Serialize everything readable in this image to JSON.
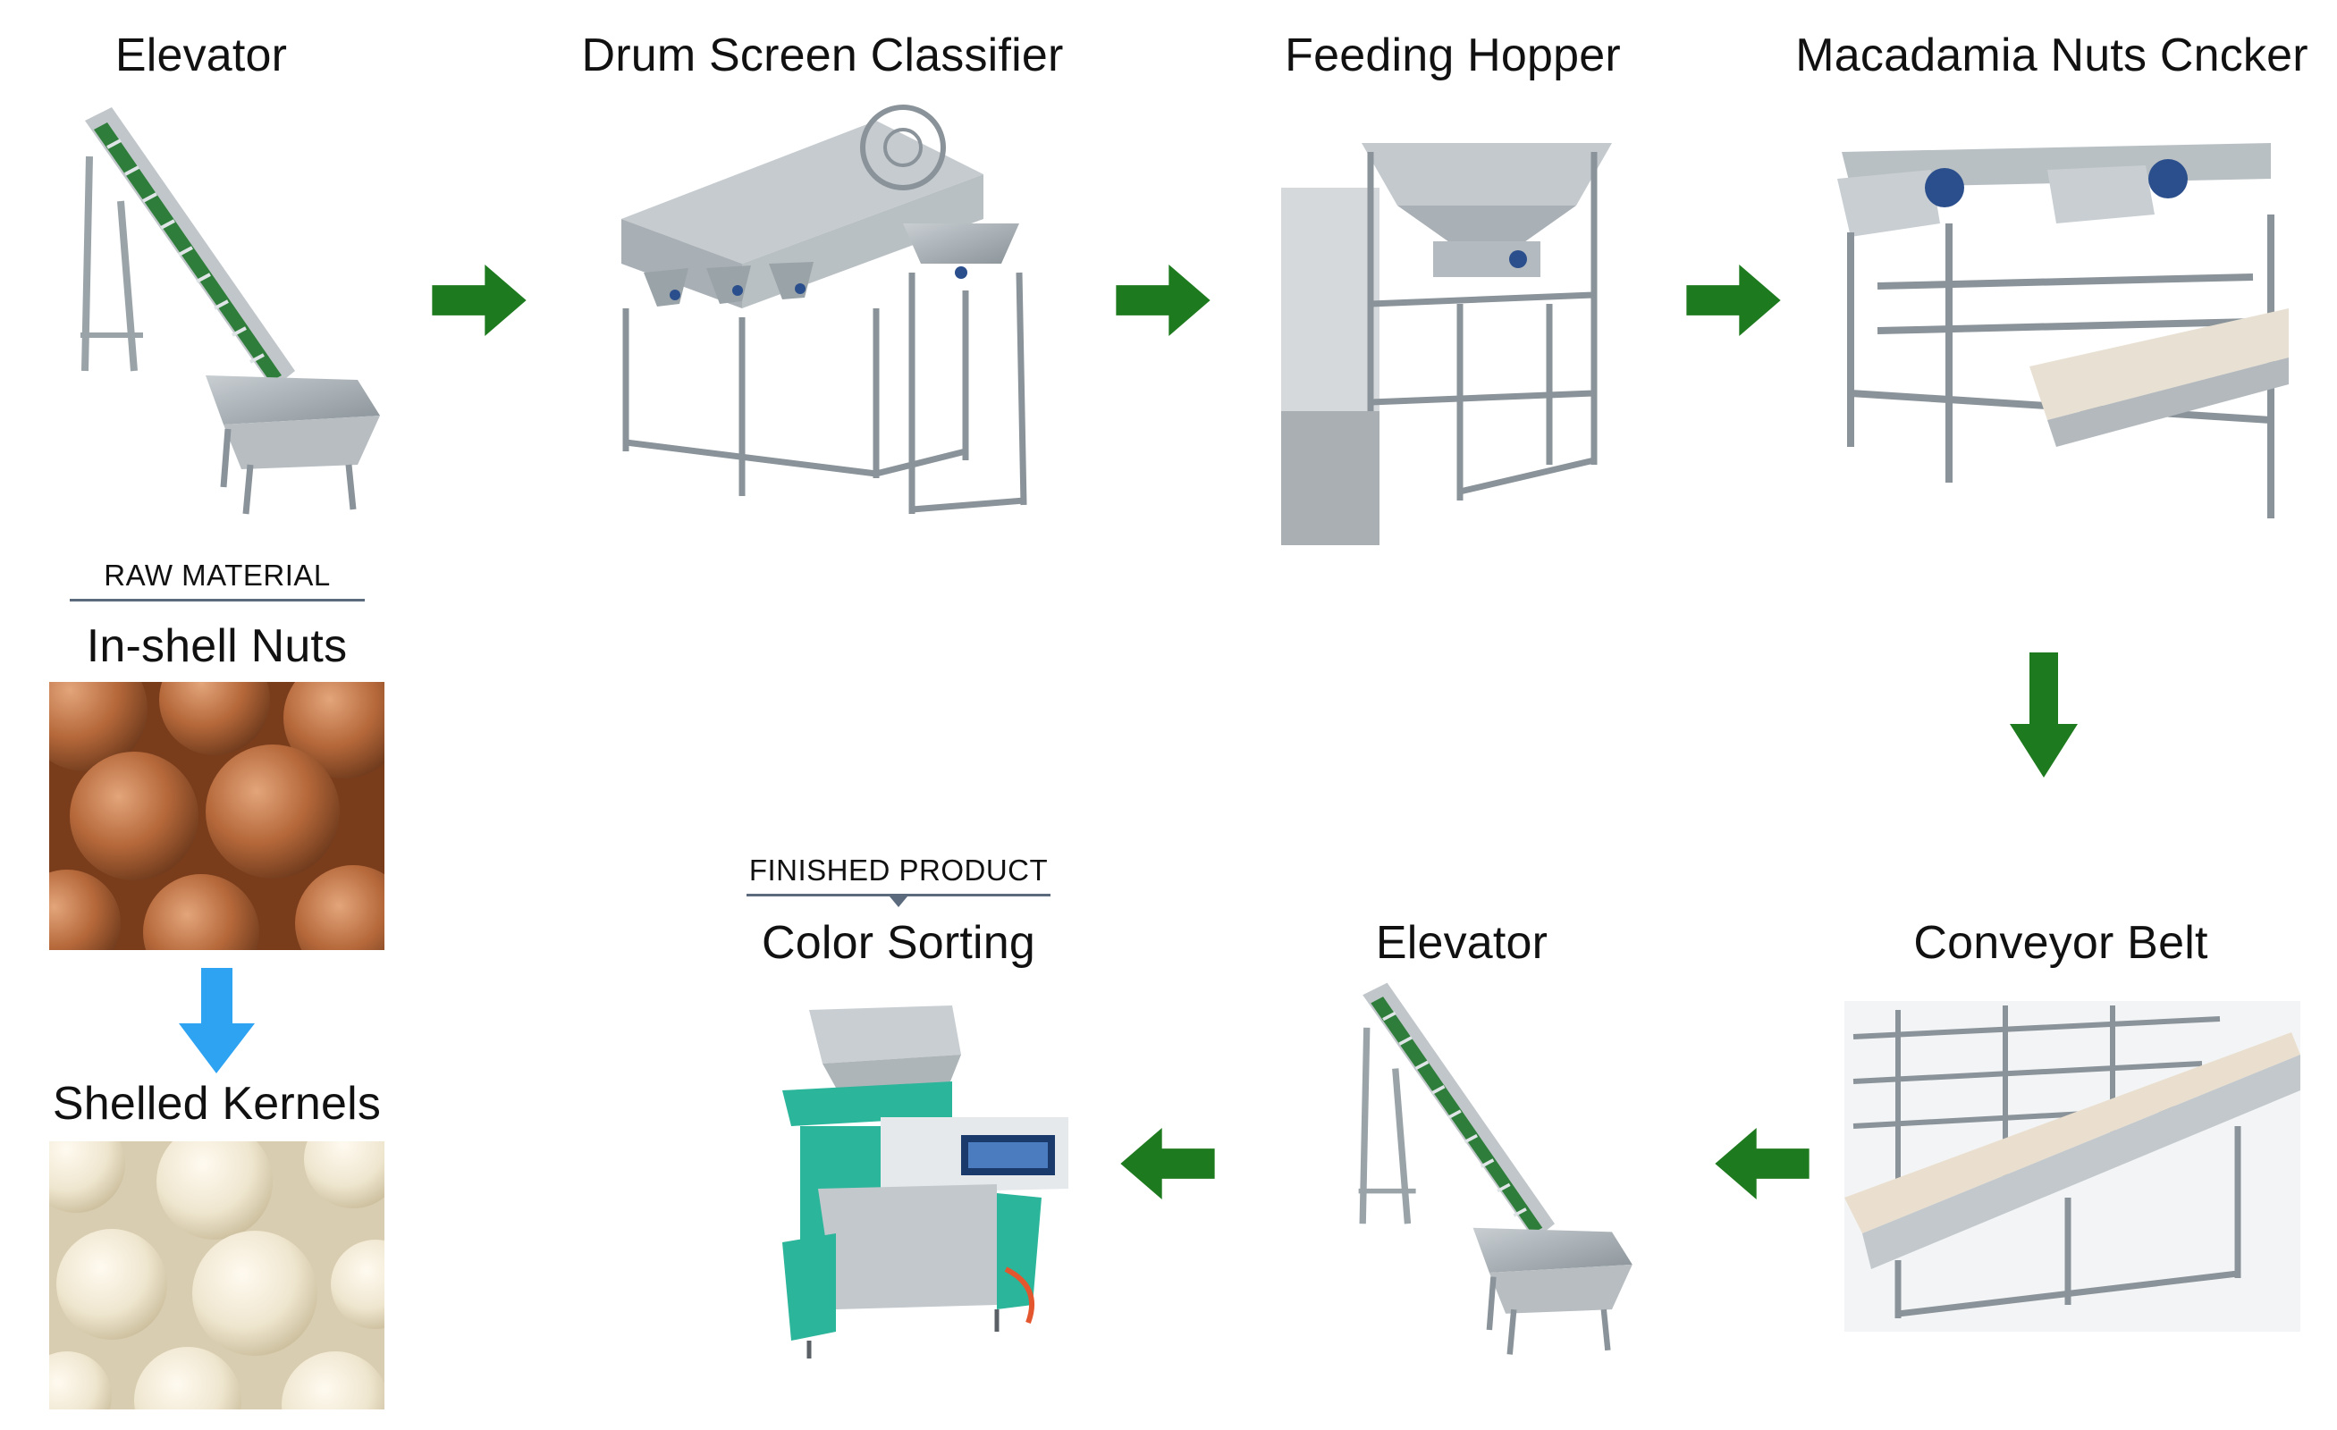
{
  "steps": {
    "elevator_1": "Elevator",
    "drum_screen": "Drum Screen Classifier",
    "feeding_hopper": "Feeding Hopper",
    "cracker": "Macadamia Nuts Cncker",
    "conveyor_belt": "Conveyor Belt",
    "elevator_2": "Elevator",
    "color_sorting": "Color Sorting"
  },
  "raw_material": {
    "caption": "RAW MATERIAL",
    "title": "In-shell Nuts"
  },
  "kernels": {
    "title": "Shelled Kernels"
  },
  "finished_product": {
    "caption": "FINISHED PRODUCT"
  },
  "colors": {
    "flow_arrow": "#1e7a1e",
    "transform_arrow": "#2ea3f2",
    "steel": "#9aa3a8",
    "belt_green": "#2f7d3a",
    "sorter_teal": "#2bb59a",
    "shell_brown": "#b5683a",
    "kernel_cream": "#efe6cf"
  },
  "icons": [
    "arrow-right-icon",
    "arrow-down-icon",
    "arrow-left-icon",
    "blue-arrow-down-icon"
  ]
}
